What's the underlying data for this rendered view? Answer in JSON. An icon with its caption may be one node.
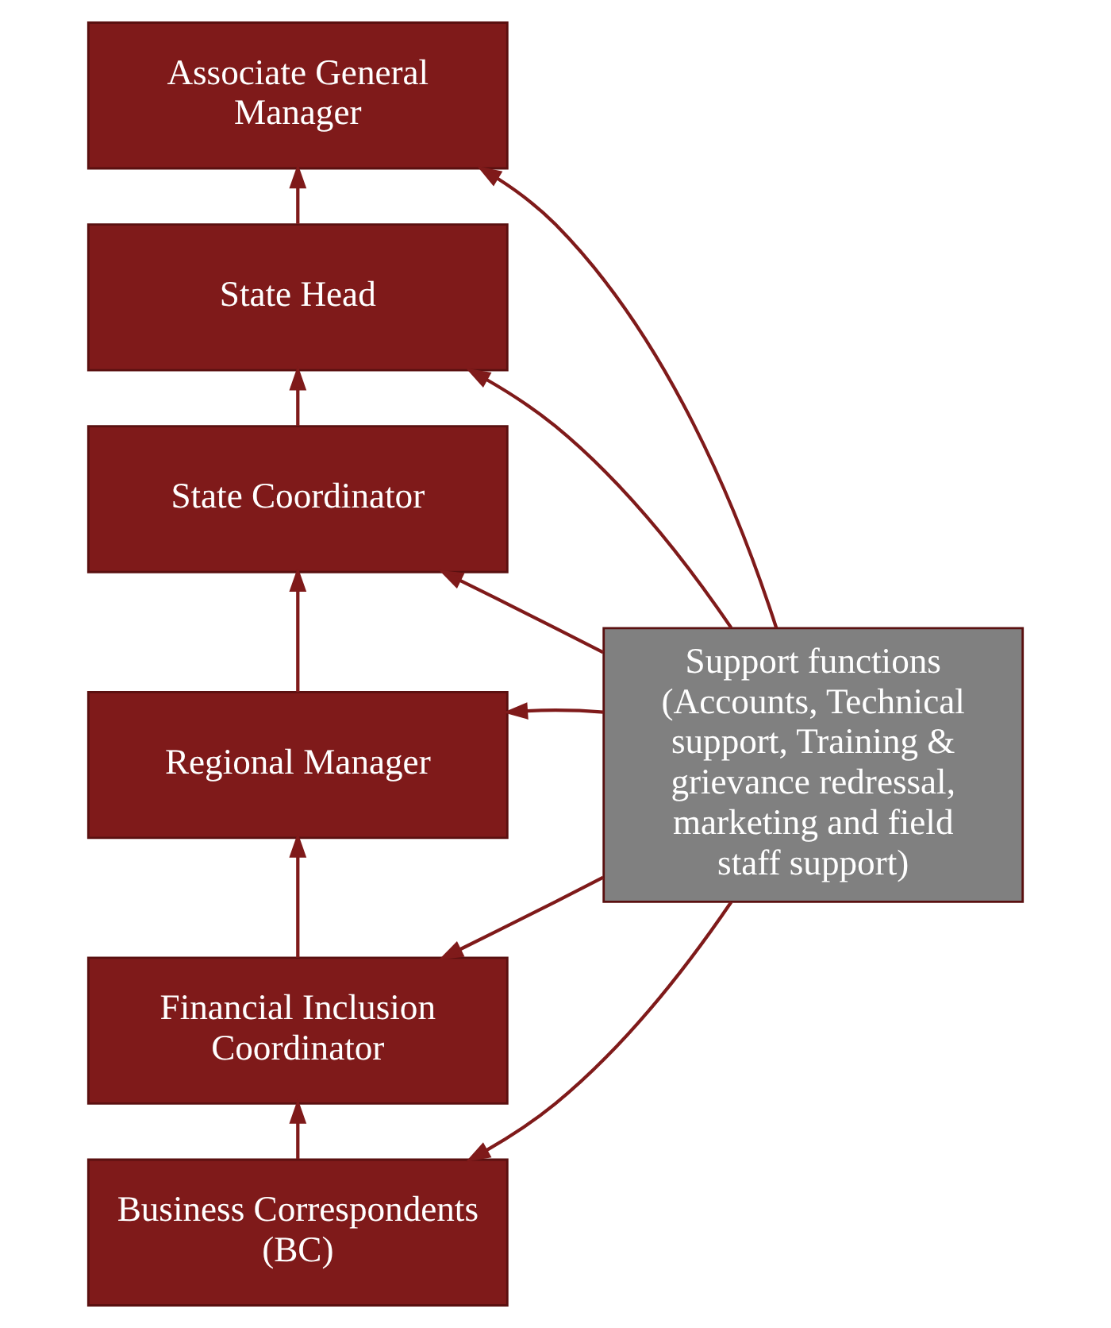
{
  "diagram": {
    "nodes": [
      {
        "text": [
          "Associate General Manager"
        ]
      },
      {
        "text": [
          "State Head"
        ]
      },
      {
        "text": [
          "State Coordinator"
        ]
      },
      {
        "text": [
          "Regional Manager"
        ]
      },
      {
        "text": [
          "Financial Inclusion Coordinator"
        ]
      },
      {
        "text": [
          "Business Correspondents (BC)"
        ]
      },
      {
        "text": [
          "Support functions (Accounts, Technical support, Training & grievance redressal, marketing and field staff support)"
        ]
      }
    ],
    "edges": [
      {
        "from": 1,
        "to": 0,
        "arrow": "to"
      },
      {
        "from": 2,
        "to": 1,
        "arrow": "to"
      },
      {
        "from": 3,
        "to": 2,
        "arrow": "to"
      },
      {
        "from": 4,
        "to": 3,
        "arrow": "to"
      },
      {
        "from": 5,
        "to": 4,
        "arrow": "to"
      },
      {
        "from": 6,
        "to": 0,
        "arrow": "to"
      },
      {
        "from": 6,
        "to": 1,
        "arrow": "to"
      },
      {
        "from": 6,
        "to": 2,
        "arrow": "to"
      },
      {
        "from": 6,
        "to": 3,
        "arrow": "to"
      },
      {
        "from": 6,
        "to": 4,
        "arrow": "to"
      },
      {
        "from": 6,
        "to": 5,
        "arrow": "to"
      }
    ]
  }
}
